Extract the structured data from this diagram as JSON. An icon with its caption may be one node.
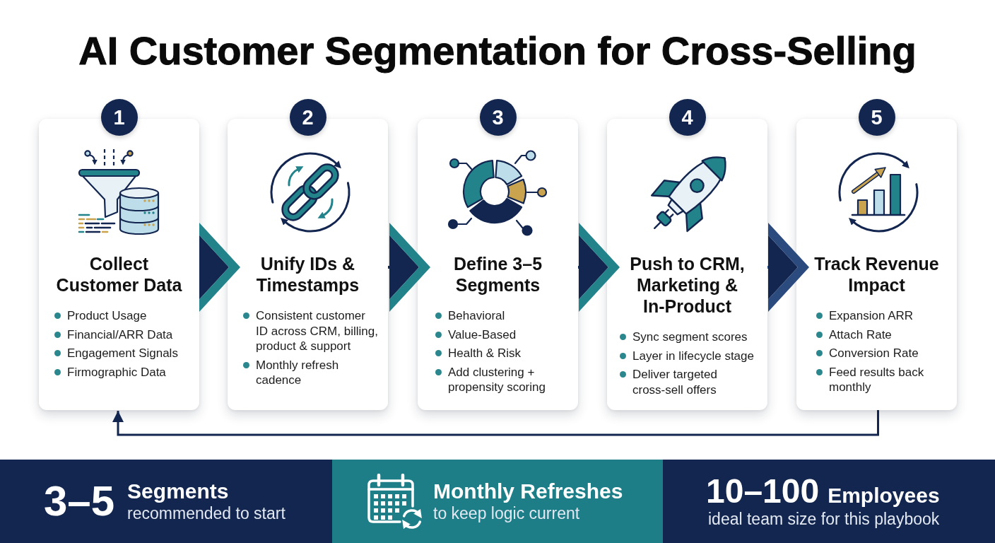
{
  "diagram": {
    "title": "AI Customer Segmentation for Cross-Selling",
    "nodes": [
      {
        "text": [
          "1"
        ]
      },
      {
        "text": [
          "Collect Customer Data",
          "Product Usage",
          "Financial/ARR Data",
          "Engagement Signals",
          "Firmographic Data"
        ]
      },
      {
        "text": [
          "2"
        ]
      },
      {
        "text": [
          "Unify IDs & Timestamps",
          "Consistent customer ID across CRM, billing, product & support",
          "Monthly refresh cadence"
        ]
      },
      {
        "text": [
          "3"
        ]
      },
      {
        "text": [
          "Define 3–5 Segments",
          "Behavioral",
          "Value-Based",
          "Health & Risk",
          "Add clustering + propensity scoring"
        ]
      },
      {
        "text": [
          "4"
        ]
      },
      {
        "text": [
          "Push to CRM, Marketing & In-Product",
          "Sync segment scores",
          "Layer in lifecycle stage",
          "Deliver targeted cross-sell offers"
        ]
      },
      {
        "text": [
          "5"
        ]
      },
      {
        "text": [
          "Track Revenue Impact",
          "Expansion ARR",
          "Attach Rate",
          "Conversion Rate",
          "Feed results back monthly"
        ]
      },
      {
        "text": [
          "3–5",
          "Segments",
          "recommended to start"
        ]
      },
      {
        "text": [
          "Monthly Refreshes",
          "to keep logic current"
        ]
      },
      {
        "text": [
          "10–100",
          "Employees",
          "ideal team size for this playbook"
        ]
      }
    ],
    "edges": [
      {
        "from": 1,
        "to": 3,
        "arrow": "to"
      },
      {
        "from": 3,
        "to": 5,
        "arrow": "to"
      },
      {
        "from": 5,
        "to": 7,
        "arrow": "to"
      },
      {
        "from": 7,
        "to": 9,
        "arrow": "to",
        "color": "#2b4a7d"
      },
      {
        "from": 9,
        "to": 1,
        "arrow": "to"
      }
    ]
  }
}
